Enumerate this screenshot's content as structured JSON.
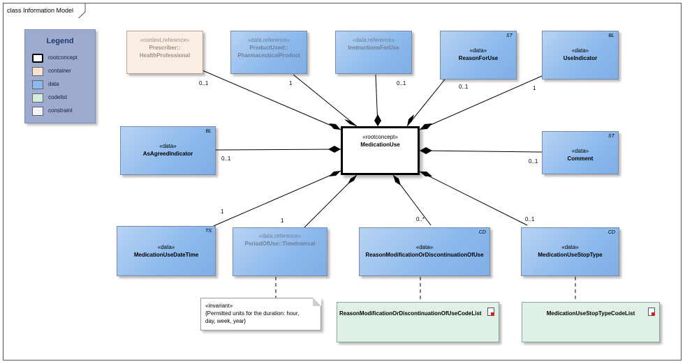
{
  "diagram_title": "class Information Model",
  "legend": {
    "title": "Legend",
    "items": [
      {
        "label": "rootconcept",
        "color": "#ffffff"
      },
      {
        "label": "container",
        "color": "#f9e1d0"
      },
      {
        "label": "data",
        "color": "#8cb9ec"
      },
      {
        "label": "codelist",
        "color": "#d4ecdc"
      },
      {
        "label": "constraint",
        "color": "#f4f4ff"
      }
    ]
  },
  "root": {
    "stereotype": "«rootconcept»",
    "name": "MedicationUse"
  },
  "nodes": {
    "prescriber": {
      "stereotype": "«context,reference»",
      "name1": "Prescriber::",
      "name2": "HealthProfessional"
    },
    "product": {
      "stereotype": "«data,reference»",
      "name1": "ProductUsed::",
      "name2": "PharmaceuticalProduct"
    },
    "instructions": {
      "stereotype": "«data,reference»",
      "name1": "InstructionsForUse"
    },
    "reason": {
      "stereotype": "«data»",
      "name": "ReasonForUse",
      "tag": "ST"
    },
    "useindicator": {
      "stereotype": "«data»",
      "name": "UseIndicator",
      "tag": "BL"
    },
    "asagreed": {
      "stereotype": "«data»",
      "name": "AsAgreedIndicator",
      "tag": "BL"
    },
    "comment": {
      "stereotype": "«data»",
      "name": "Comment",
      "tag": "ST"
    },
    "datetime": {
      "stereotype": "«data»",
      "name": "MedicationUseDateTime",
      "tag": "TS"
    },
    "period": {
      "stereotype": "«data,reference»",
      "name": "PeriodOfUse::TimeInterval"
    },
    "reasonmod": {
      "stereotype": "«data»",
      "name": "ReasonModificationOrDiscontinuationOfUse",
      "tag": "CD"
    },
    "stoptype": {
      "stereotype": "«data»",
      "name": "MedicationUseStopType",
      "tag": "CD"
    },
    "reasonmod_codelist": {
      "name": "ReasonModificationOrDiscontinuationOfUseCodeList"
    },
    "stoptype_codelist": {
      "name": "MedicationUseStopTypeCodeList"
    }
  },
  "note": {
    "line1": "«invariant»",
    "line2": "{Permitted units for the duration: hour,",
    "line3": "day, week, year}"
  },
  "multiplicities": {
    "prescriber": "0..1",
    "product": "1",
    "instructions": "0..1",
    "reason": "0..1",
    "useindicator": "1",
    "asagreed": "0..1",
    "comment": "0..1",
    "datetime": "1",
    "period": "1",
    "reasonmod": "0..*",
    "stoptype": "0..1"
  }
}
